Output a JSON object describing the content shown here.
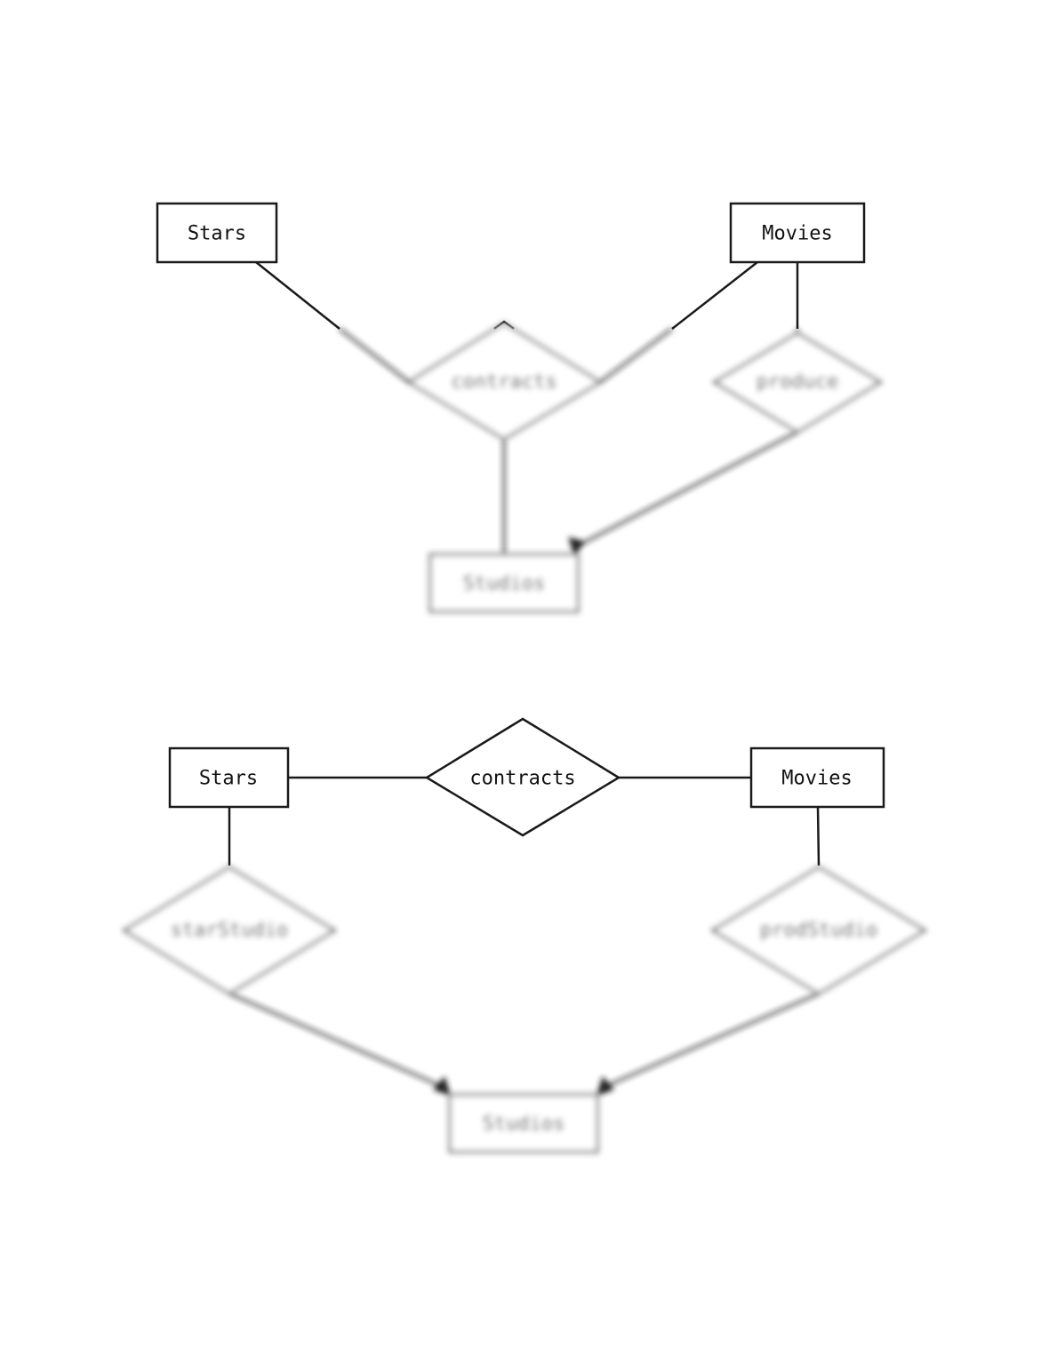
{
  "diagram1": {
    "entities": {
      "stars": "Stars",
      "movies": "Movies",
      "studios": "Studios"
    },
    "relationships": {
      "contracts": "contracts",
      "produce": "produce"
    }
  },
  "diagram2": {
    "entities": {
      "stars": "Stars",
      "movies": "Movies",
      "studios": "Studios"
    },
    "relationships": {
      "contracts": "contracts",
      "starStudio": "starStudio",
      "prodStudio": "prodStudio"
    }
  }
}
